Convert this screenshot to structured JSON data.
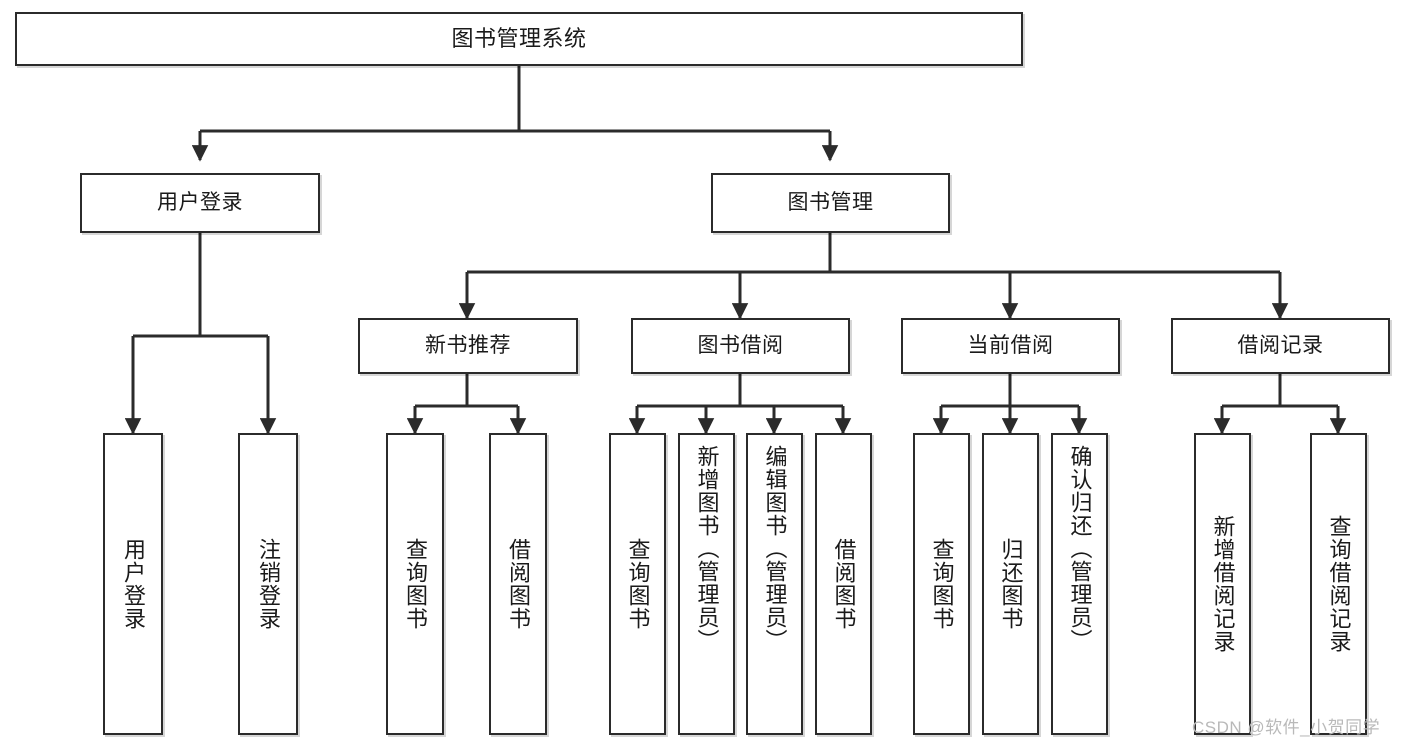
{
  "diagram": {
    "type": "hierarchy-tree",
    "title": "图书管理系统",
    "watermark": "CSDN @软件_小贺同学",
    "colors": {
      "stroke": "#2b2b2b",
      "fill": "#ffffff",
      "text": "#1a1a1a",
      "watermark": "#b9b9b9"
    },
    "nodes": {
      "root": {
        "label": "图书管理系统"
      },
      "level1": [
        {
          "label": "用户登录"
        },
        {
          "label": "图书管理"
        }
      ],
      "level2": [
        {
          "label": "新书推荐"
        },
        {
          "label": "图书借阅"
        },
        {
          "label": "当前借阅"
        },
        {
          "label": "借阅记录"
        }
      ],
      "leaves": {
        "user_login": [
          {
            "label": "用户登录"
          },
          {
            "label": "注销登录"
          }
        ],
        "new_book": [
          {
            "label": "查询图书"
          },
          {
            "label": "借阅图书"
          }
        ],
        "borrow_book": [
          {
            "label": "查询图书"
          },
          {
            "label": "新增图书（管理员）"
          },
          {
            "label": "编辑图书（管理员）"
          },
          {
            "label": "借阅图书"
          }
        ],
        "current_borrow": [
          {
            "label": "查询图书"
          },
          {
            "label": "归还图书"
          },
          {
            "label": "确认归还（管理员）"
          }
        ],
        "borrow_record": [
          {
            "label": "新增借阅记录"
          },
          {
            "label": "查询借阅记录"
          }
        ]
      }
    }
  }
}
